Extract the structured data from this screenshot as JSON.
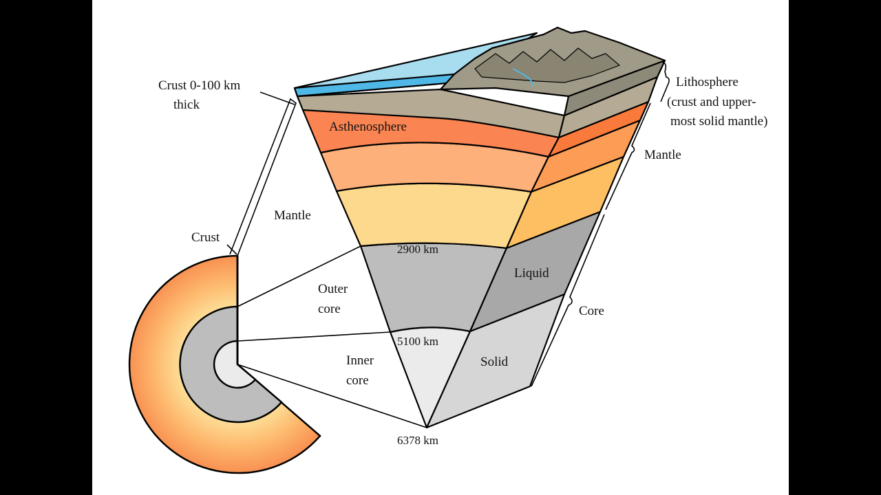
{
  "labels": {
    "crust_thickness_line1": "Crust 0-100 km",
    "crust_thickness_line2": "thick",
    "asthenosphere": "Asthenosphere",
    "mantle_inner": "Mantle",
    "crust": "Crust",
    "outer_core_line1": "Outer",
    "outer_core_line2": "core",
    "inner_core_line1": "Inner",
    "inner_core_line2": "core",
    "depth_2900": "2900 km",
    "depth_5100": "5100 km",
    "depth_6378": "6378 km",
    "liquid": "Liquid",
    "solid": "Solid",
    "lithosphere_line1": "Lithosphere",
    "lithosphere_line2": "(crust and upper-",
    "lithosphere_line3": "most solid mantle)",
    "mantle_side": "Mantle",
    "core_side": "Core"
  },
  "colors": {
    "background": "#000000",
    "panel": "#ffffff",
    "ocean": "#a8dcef",
    "ocean_edge": "#4fb8e6",
    "land": "#a09a88",
    "crust_band": "#b5ab95",
    "asthenosphere": "#fb8552",
    "upper_mantle": "#fdb07a",
    "lower_mantle": "#fdd98d",
    "outer_core": "#bdbdbd",
    "outer_core_side": "#a8a8a8",
    "inner_core": "#ebebeb",
    "inner_core_side": "#d6d6d6",
    "globe_crust_outer": "#f7894d",
    "globe_crust_inner": "#fde7a0"
  }
}
